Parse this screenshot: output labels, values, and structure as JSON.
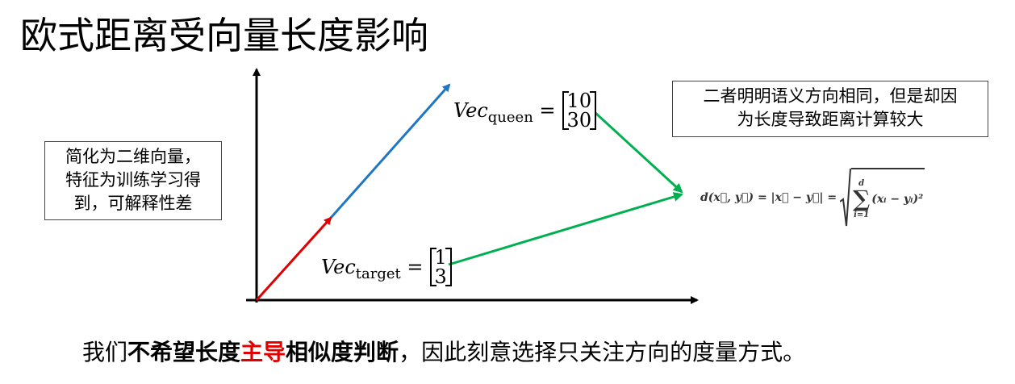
{
  "title": "欧式距离受向量长度影响",
  "left_note": [
    "简化为二维向量，",
    "特征为训练学习得",
    "到，可解释性差"
  ],
  "right_note": [
    "二者明明语义方向相同，但是却因",
    "为长度导致距离计算较大"
  ],
  "vec_queen": {
    "name": "Vec",
    "sub": "queen",
    "values": [
      "10",
      "30"
    ]
  },
  "vec_target": {
    "name": "Vec",
    "sub": "target",
    "values": [
      "1",
      "3"
    ]
  },
  "formula": {
    "lhs": "d(x⃗, y⃗) = |x⃗ − y⃗| =",
    "sum_top": "d",
    "sum_bottom": "i=1",
    "body": "(xᵢ − yᵢ)²"
  },
  "bottom": {
    "p1": "我们",
    "p2": "不希望长度",
    "p3": "主导",
    "p4": "相似度判断",
    "p5": "，因此刻意选择只关注方向的度量方式。"
  },
  "colors": {
    "target_vector": "#e00000",
    "queen_vector": "#1f77c4",
    "connector": "#00b050",
    "emphasis": "#e00000"
  }
}
